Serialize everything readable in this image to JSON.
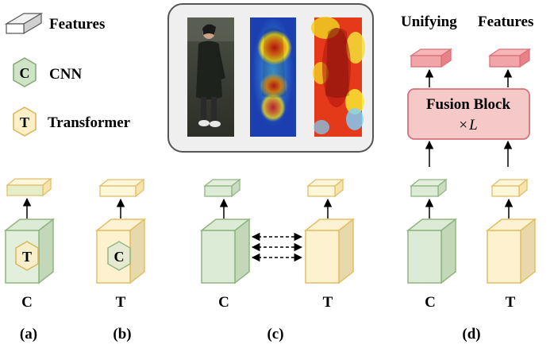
{
  "legend": {
    "features": "Features",
    "cnn_letter": "C",
    "cnn": "CNN",
    "transformer_letter": "T",
    "transformer": "Transformer"
  },
  "panel_a": {
    "inner_letter": "T",
    "bottom_label": "C",
    "caption": "(a)"
  },
  "panel_b": {
    "inner_letter": "C",
    "bottom_label": "T",
    "caption": "(b)"
  },
  "panel_c": {
    "left_label": "C",
    "right_label": "T",
    "caption": "(c)"
  },
  "panel_d": {
    "header_left": "Unifying",
    "header_right": "Features",
    "fusion_title": "Fusion Block",
    "fusion_times": "×",
    "fusion_var": "L",
    "left_label": "C",
    "right_label": "T",
    "caption": "(d)"
  },
  "colors": {
    "cnn_fill": "#dcebd6",
    "cnn_stroke": "#8fb57f",
    "transformer_fill": "#fdf0cf",
    "transformer_stroke": "#e2bf63",
    "fusion_fill": "#f6c9c9",
    "fusion_stroke": "#d9707a",
    "feature_red": "#ef8a8f"
  },
  "icons": [
    "feature-bar-icon",
    "cnn-hexagon-icon",
    "transformer-hexagon-icon",
    "person-photo-icon",
    "heatmap-icon"
  ]
}
